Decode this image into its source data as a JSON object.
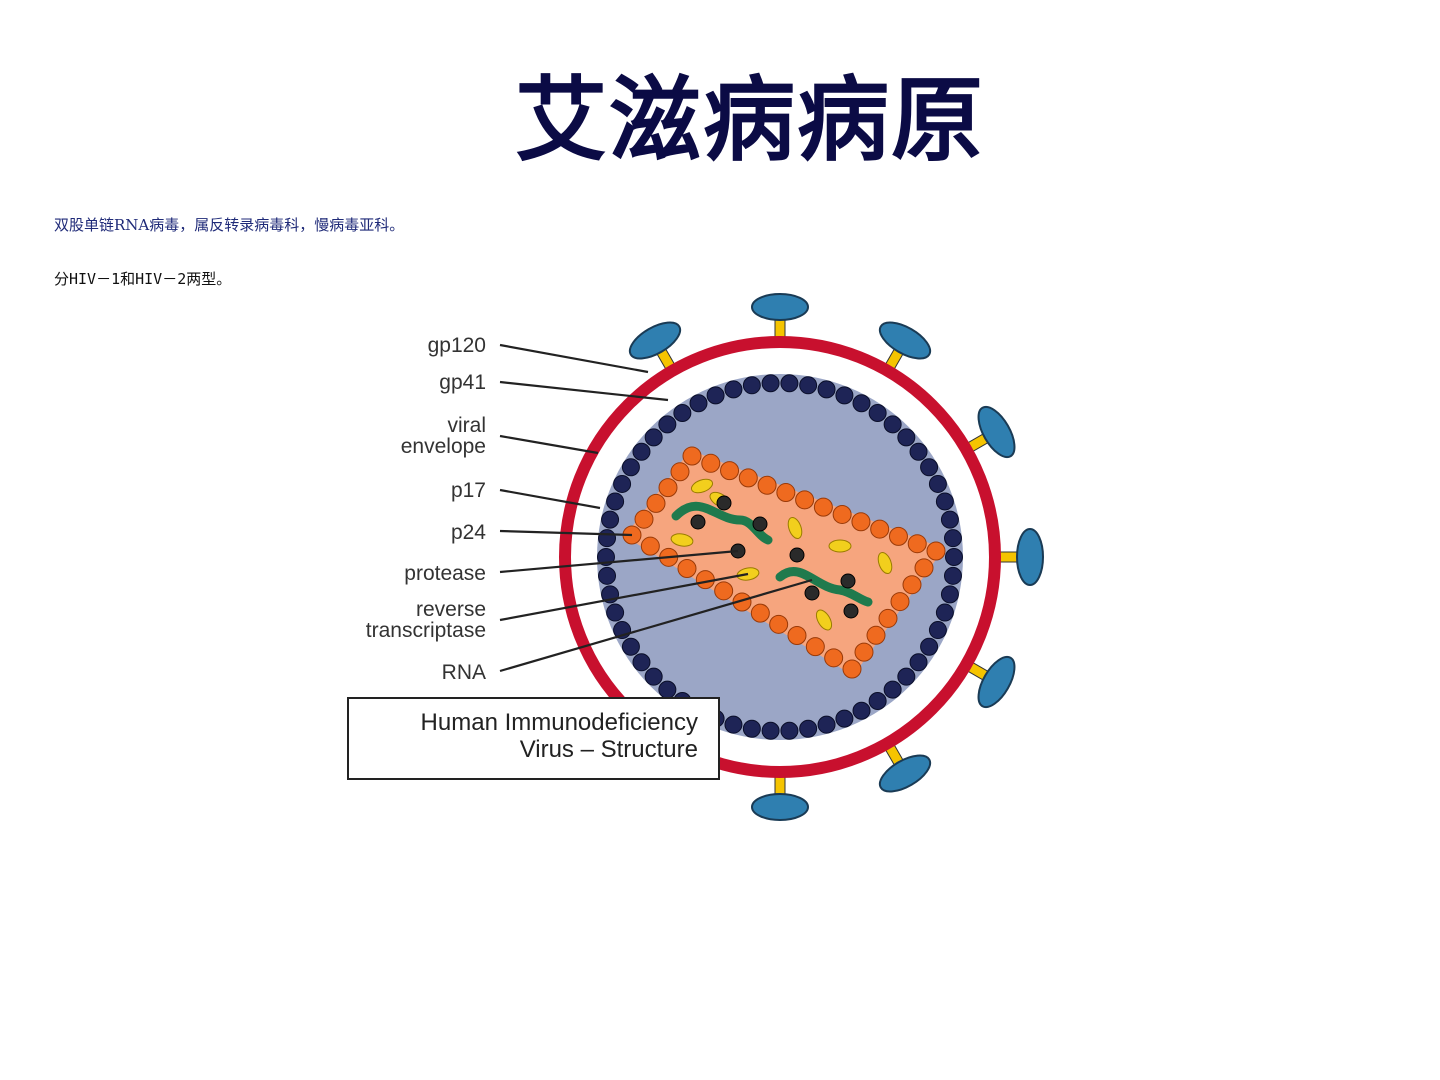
{
  "slide": {
    "title": "艾滋病病原",
    "line1": "双股单链RNA病毒，属反转录病毒科，慢病毒亚科。",
    "line2": "分HIV－1和HIV－2两型。"
  },
  "diagram": {
    "labels": {
      "gp120": "gp120",
      "gp41": "gp41",
      "viral_1": "viral",
      "viral_2": "envelope",
      "p17": "p17",
      "p24": "p24",
      "protease": "protease",
      "rt_1": "reverse",
      "rt_2": "transcriptase",
      "rna": "RNA"
    },
    "caption_1": "Human Immunodeficiency",
    "caption_2": "Virus – Structure",
    "colors": {
      "envelope": "#c8102e",
      "interior": "#9ba6c6",
      "matrix_bead": "#1e2456",
      "capsid_fill": "#f6a57e",
      "capsid_bead": "#ef6a1f",
      "spike_head": "#2f7fb0",
      "spike_stem": "#f5c400",
      "rna": "#1f7a4d",
      "enzyme_dark": "#2a2a2a",
      "enzyme_yellow": "#f2cf1d"
    }
  }
}
